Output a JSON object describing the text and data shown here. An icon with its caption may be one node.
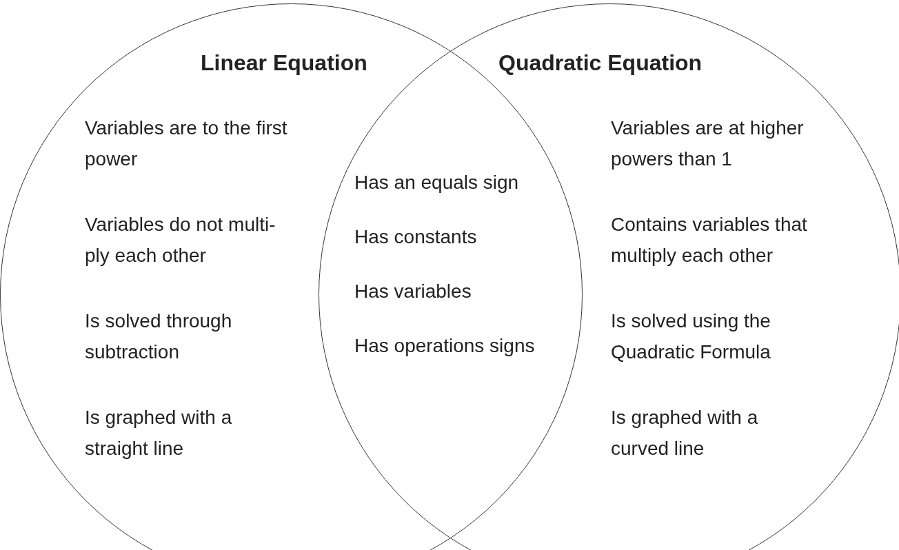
{
  "diagram": {
    "nodes": [
      {
        "text": [
          "Linear Equation",
          "Variables are to the first power",
          "Variables do not multi-ply each other",
          "Is solved through subtraction",
          "Is graphed with a straight line"
        ]
      },
      {
        "text": [
          "Quadratic Equation",
          "Variables are at higher powers than 1",
          "Contains variables that multiply each other",
          "Is solved using the Quadratic Formula",
          "Is graphed with a curved line"
        ]
      }
    ],
    "labels": [
      "Has an equals sign",
      "Has constants",
      "Has variables",
      "Has operations signs"
    ]
  }
}
